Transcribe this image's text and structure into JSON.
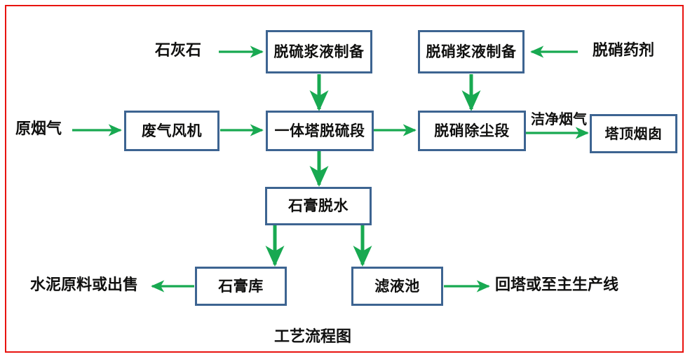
{
  "diagram": {
    "title": "工艺流程图",
    "frame_color": "#e8130f",
    "node_border_color": "#3d6491",
    "arrow_color": "#18a951",
    "text_color": "#10100f",
    "nodes": [
      {
        "id": "desulf-slurry-prep",
        "label": "脱硫浆液制备"
      },
      {
        "id": "denitr-slurry-prep",
        "label": "脱硝浆液制备"
      },
      {
        "id": "waste-gas-fan",
        "label": "废气风机"
      },
      {
        "id": "tower-desulf-stage",
        "label": "一体塔脱硫段"
      },
      {
        "id": "denitr-dust-stage",
        "label": "脱硝除尘段"
      },
      {
        "id": "tower-top-chimney",
        "label": "塔顶烟囱"
      },
      {
        "id": "gypsum-dewater",
        "label": "石膏脱水"
      },
      {
        "id": "gypsum-store",
        "label": "石膏库"
      },
      {
        "id": "filtrate-pond",
        "label": "滤液池"
      }
    ],
    "labels": [
      {
        "id": "limestone",
        "text": "石灰石"
      },
      {
        "id": "denitr-agent",
        "text": "脱硝药剂"
      },
      {
        "id": "raw-flue-gas",
        "text": "原烟气"
      },
      {
        "id": "clean-flue-gas",
        "text": "洁净烟气"
      },
      {
        "id": "cement-or-sale",
        "text": "水泥原料或出售"
      },
      {
        "id": "return-to-main-line",
        "text": "回塔或至主生产线"
      }
    ],
    "flows": [
      {
        "from": "石灰石",
        "to": "脱硫浆液制备"
      },
      {
        "from": "脱硝药剂",
        "to": "脱硝浆液制备"
      },
      {
        "from": "脱硫浆液制备",
        "to": "一体塔脱硫段"
      },
      {
        "from": "脱硝浆液制备",
        "to": "脱硝除尘段"
      },
      {
        "from": "原烟气",
        "to": "废气风机"
      },
      {
        "from": "废气风机",
        "to": "一体塔脱硫段"
      },
      {
        "from": "一体塔脱硫段",
        "to": "脱硝除尘段"
      },
      {
        "from": "脱硝除尘段",
        "to": "塔顶烟囱",
        "label": "洁净烟气"
      },
      {
        "from": "一体塔脱硫段",
        "to": "石膏脱水"
      },
      {
        "from": "石膏脱水",
        "to": "石膏库"
      },
      {
        "from": "石膏脱水",
        "to": "滤液池"
      },
      {
        "from": "石膏库",
        "to": "水泥原料或出售"
      },
      {
        "from": "滤液池",
        "to": "回塔或至主生产线"
      }
    ]
  }
}
